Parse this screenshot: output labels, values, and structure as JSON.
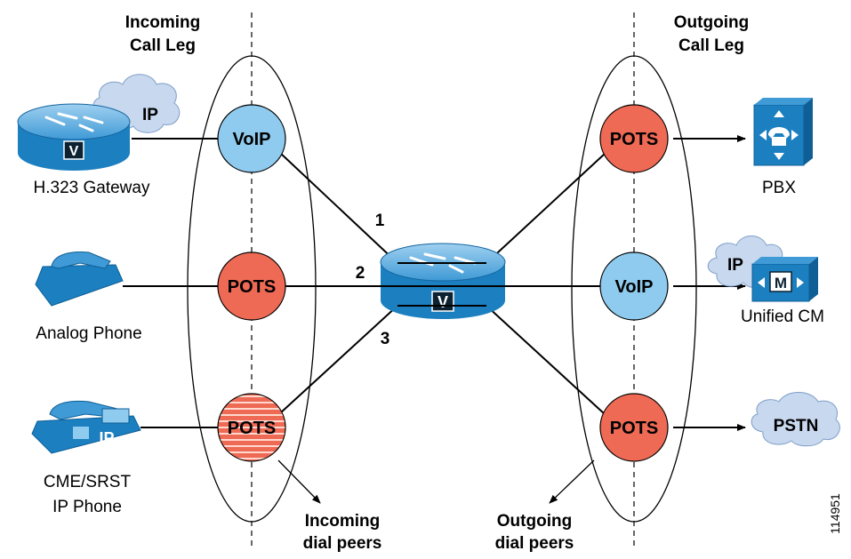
{
  "headers": {
    "incoming_line1": "Incoming",
    "incoming_line2": "Call Leg",
    "outgoing_line1": "Outgoing",
    "outgoing_line2": "Call Leg"
  },
  "devices": {
    "h323_gateway": "H.323 Gateway",
    "h323_cloud": "IP",
    "h323_badge": "V",
    "analog_phone": "Analog Phone",
    "ip_phone_line1": "CME/SRST",
    "ip_phone_line2": "IP Phone",
    "ip_phone_badge": "IP",
    "pbx": "PBX",
    "unified_cm": "Unified CM",
    "unified_cm_cloud": "IP",
    "unified_cm_badge": "M",
    "pstn": "PSTN",
    "center_router_badge": "V"
  },
  "dial_peers": {
    "in_voip": "VoIP",
    "in_pots_1": "POTS",
    "in_pots_2": "POTS",
    "out_pots_1": "POTS",
    "out_voip": "VoIP",
    "out_pots_2": "POTS"
  },
  "paths": {
    "path_1": "1",
    "path_2": "2",
    "path_3": "3"
  },
  "bottom": {
    "incoming_line1": "Incoming",
    "incoming_line2": "dial peers",
    "outgoing_line1": "Outgoing",
    "outgoing_line2": "dial peers"
  },
  "figure_id": "114951",
  "colors": {
    "voip_fill": "#8fcbee",
    "pots_fill": "#ee6a55",
    "device_blue": "#1b7fc0",
    "cloud_fill": "#c8d8ee"
  }
}
